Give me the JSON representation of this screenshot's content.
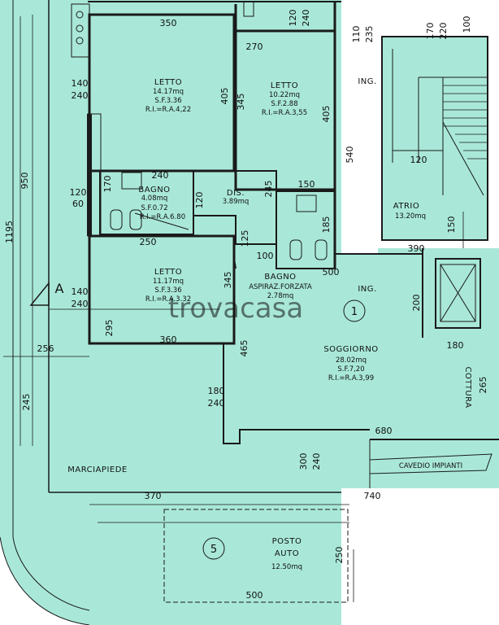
{
  "plan": {
    "rooms": {
      "letto1": {
        "name": "LETTO",
        "area": "14.17mq",
        "sf": "S.F.3.36",
        "ri": "R.I.=R.A.4,22"
      },
      "letto2": {
        "name": "LETTO",
        "area": "10.22mq",
        "sf": "S.F.2.88",
        "ri": "R.I.=R.A.3,55"
      },
      "letto3": {
        "name": "LETTO",
        "area": "11.17mq",
        "sf": "S.F.3.36",
        "ri": "R.I.=R.A.3.32"
      },
      "bagno1": {
        "name": "BAGNO",
        "area": "4.08mq",
        "sf": "S.F.0.72",
        "ri": "R.I.=R.A.6.80"
      },
      "dis": {
        "name": "DIS.",
        "area": "3.89mq"
      },
      "bagno2": {
        "name": "BAGNO",
        "sub": "ASPIRAZ.FORZATA",
        "area": "2.78mq"
      },
      "soggiorno": {
        "name": "SOGGIORNO",
        "area": "28.02mq",
        "sf": "S.F.7,20",
        "ri": "R.I.=R.A.3,99"
      },
      "atrio": {
        "name": "ATRIO",
        "area": "13.20mq"
      },
      "posto": {
        "name1": "POSTO",
        "name2": "AUTO",
        "area": "12.50mq"
      }
    },
    "labels": {
      "ing1": "ING.",
      "ing2": "ING.",
      "cottura": "COTTURA",
      "marciapiede": "MARCIAPIEDE",
      "cavedio": "CAVEDIO IMPIANTI",
      "section": "A",
      "num1": "1",
      "num5": "5",
      "watermark": "trovacasa"
    },
    "dims": {
      "d350": "350",
      "d120a": "120",
      "d240a": "240",
      "d270": "270",
      "d110": "110",
      "d235": "235",
      "d170": "170",
      "d220": "220",
      "d100a": "100",
      "d140a": "140",
      "d240b": "240",
      "d405a": "405",
      "d345a": "345",
      "d405b": "405",
      "d540": "540",
      "d950": "950",
      "d1195": "1195",
      "d120b": "120",
      "d60": "60",
      "d170b": "170",
      "d240c": "240",
      "d120c": "120",
      "d245a": "245",
      "d150a": "150",
      "d185": "185",
      "d250a": "250",
      "d125": "125",
      "d100b": "100",
      "d500a": "500",
      "d390": "390",
      "d150b": "150",
      "d120d": "120",
      "d140b": "140",
      "d240d": "240",
      "d345b": "345",
      "d295": "295",
      "d360": "360",
      "d200": "200",
      "d256": "256",
      "d465": "465",
      "d180a": "180",
      "d265": "265",
      "d245b": "245",
      "d180b": "180",
      "d240e": "240",
      "d680": "680",
      "d300": "300",
      "d240f": "240",
      "d370": "370",
      "d740": "740",
      "d250b": "250",
      "d500b": "500"
    }
  },
  "colors": {
    "fill": "#a9e8d8",
    "wall": "#1a1a1a",
    "paper": "#ffffff"
  }
}
